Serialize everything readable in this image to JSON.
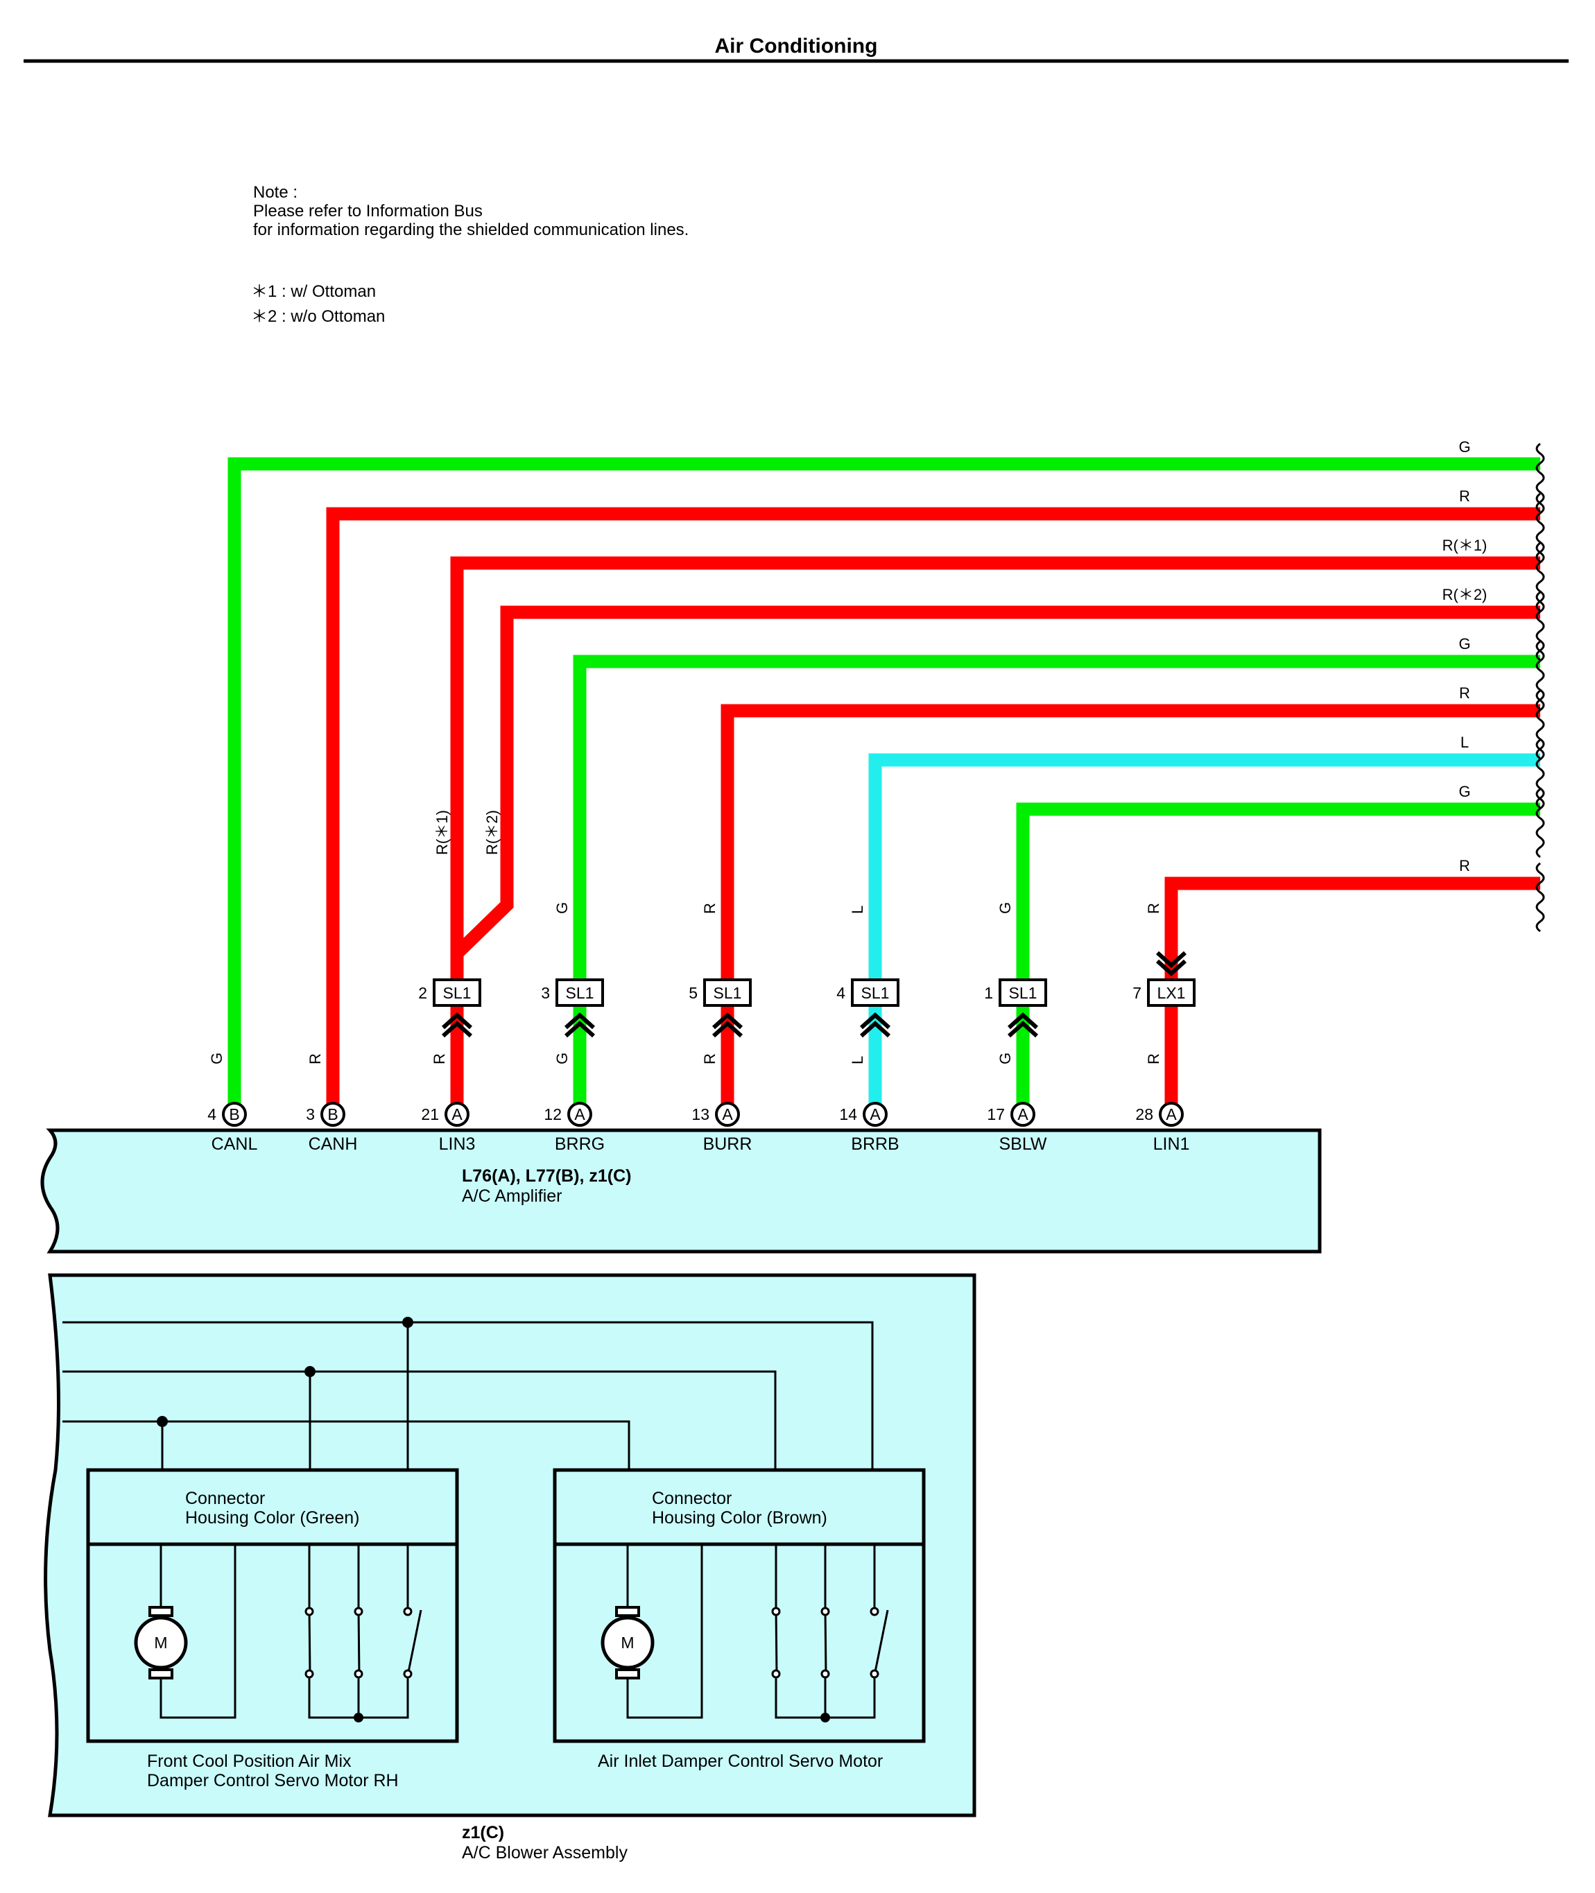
{
  "title": "Air Conditioning",
  "note": {
    "lines": [
      "Note :",
      "Please refer to Information Bus",
      "for information regarding the shielded communication lines."
    ],
    "footnotes": [
      "＊1 : w/ Ottoman",
      "＊2 : w/o Ottoman"
    ]
  },
  "colors": {
    "G": "#00ee00",
    "R": "#ff0000",
    "L": "#22eeee",
    "body": "#c9fbfb"
  },
  "wire_right_labels": [
    "G",
    "R",
    "R(＊1)",
    "R(＊2)",
    "G",
    "R",
    "L",
    "G",
    "R"
  ],
  "vertical_labels": {
    "upper": [
      "R(＊1)",
      "R(＊2)",
      "G",
      "R",
      "L",
      "G",
      "R"
    ],
    "lower": [
      "G",
      "R",
      "R",
      "G",
      "R",
      "L",
      "G",
      "R"
    ]
  },
  "connectors": [
    {
      "code": "SL1",
      "pin": "2"
    },
    {
      "code": "SL1",
      "pin": "3"
    },
    {
      "code": "SL1",
      "pin": "5"
    },
    {
      "code": "SL1",
      "pin": "4"
    },
    {
      "code": "SL1",
      "pin": "1"
    },
    {
      "code": "LX1",
      "pin": "7"
    }
  ],
  "amp_pins": [
    {
      "num": "4",
      "conn": "B",
      "name": "CANL"
    },
    {
      "num": "3",
      "conn": "B",
      "name": "CANH"
    },
    {
      "num": "21",
      "conn": "A",
      "name": "LIN3"
    },
    {
      "num": "12",
      "conn": "A",
      "name": "BRRG"
    },
    {
      "num": "13",
      "conn": "A",
      "name": "BURR"
    },
    {
      "num": "14",
      "conn": "A",
      "name": "BRRB"
    },
    {
      "num": "17",
      "conn": "A",
      "name": "SBLW"
    },
    {
      "num": "28",
      "conn": "A",
      "name": "LIN1"
    }
  ],
  "amplifier": {
    "code": "L76(A), L77(B), z1(C)",
    "name": "A/C Amplifier"
  },
  "blower": {
    "code": "z1(C)",
    "name": "A/C Blower Assembly"
  },
  "servo_left": {
    "connector": [
      "Connector",
      "Housing Color (Green)"
    ],
    "name": [
      "Front Cool Position Air Mix",
      "Damper Control Servo Motor RH"
    ],
    "motor": "M"
  },
  "servo_right": {
    "connector": [
      "Connector",
      "Housing Color (Brown)"
    ],
    "name": [
      "Air Inlet Damper Control Servo Motor"
    ],
    "motor": "M"
  }
}
